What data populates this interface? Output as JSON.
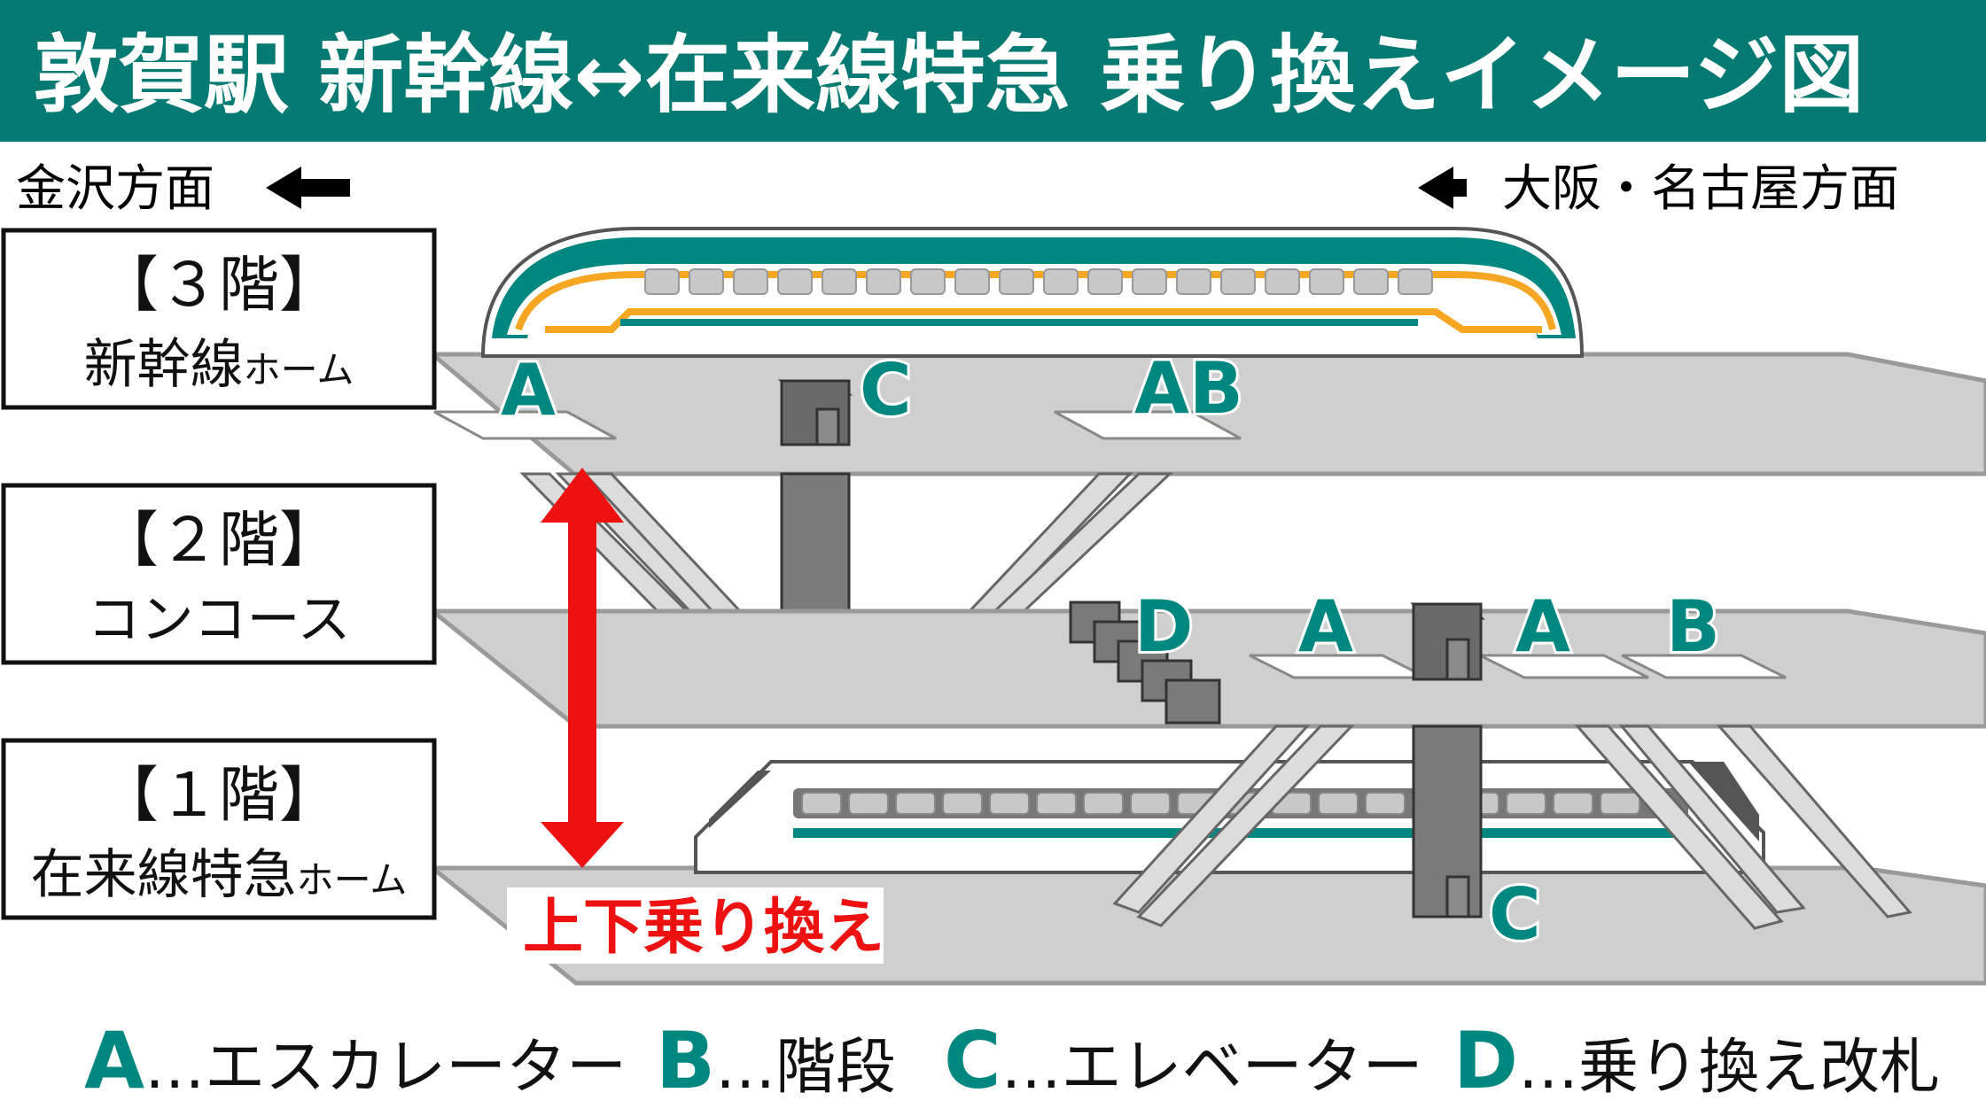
{
  "title": "敦賀駅 新幹線↔在来線特急 乗り換えイメージ図",
  "direction_left": "金沢方面",
  "direction_right": "大阪・名古屋方面",
  "floors": [
    {
      "level": "【３階】",
      "name": "新幹線",
      "suffix": "ホーム"
    },
    {
      "level": "【２階】",
      "name": "コンコース",
      "suffix": ""
    },
    {
      "level": "【１階】",
      "name": "在来線特急",
      "suffix": "ホーム"
    }
  ],
  "transfer_label": "上下乗り換え",
  "marks": {
    "f3_a": "A",
    "f3_c": "C",
    "f3_ab": "AB",
    "f2_d": "D",
    "f2_a1": "A",
    "f2_a2": "A",
    "f2_b": "B",
    "f1_c": "C"
  },
  "legend": [
    {
      "key": "A",
      "text": "…エスカレーター"
    },
    {
      "key": "B",
      "text": "…階段"
    },
    {
      "key": "C",
      "text": "…エレベーター"
    },
    {
      "key": "D",
      "text": "…乗り換え改札"
    }
  ],
  "colors": {
    "header": "#047a72",
    "teal": "#00877f",
    "train_orange": "#f5a623",
    "red": "#ee1111",
    "floor": "#cfcfcf",
    "floor_edge": "#9a9a9a"
  }
}
